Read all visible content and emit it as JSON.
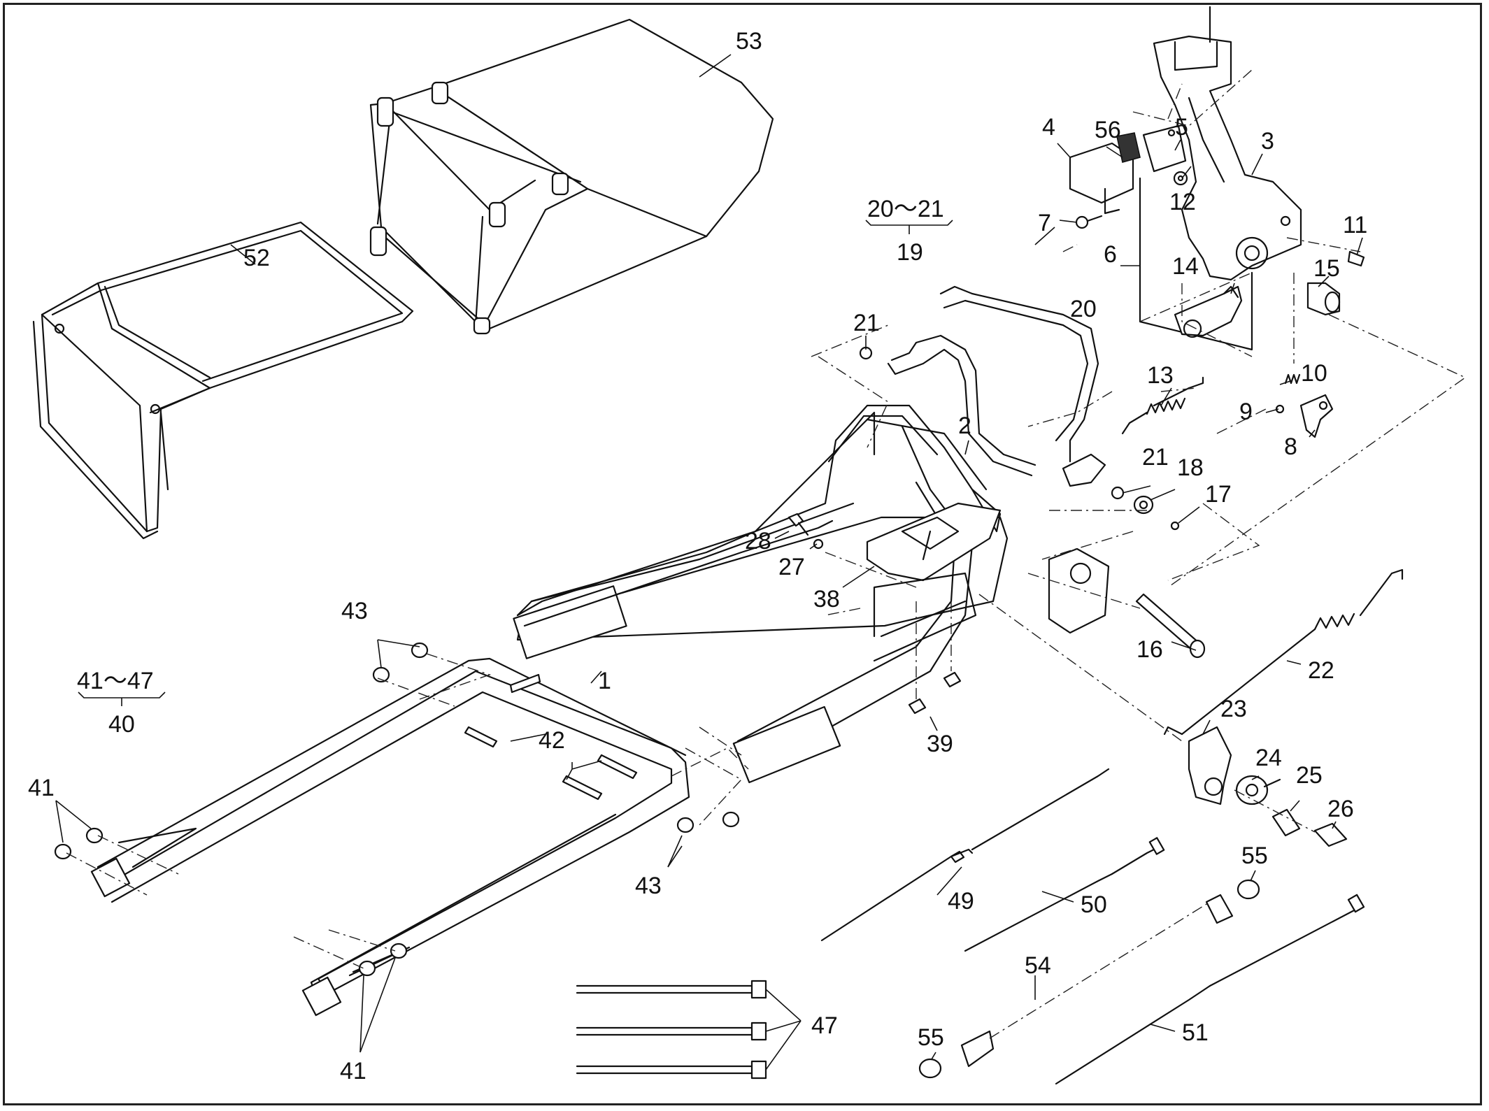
{
  "labels": {
    "p1": "1",
    "p2": "2",
    "p3": "3",
    "p4": "4",
    "p5": "5",
    "p6": "6",
    "p7": "7",
    "p8": "8",
    "p9": "9",
    "p10": "10",
    "p11": "11",
    "p12": "12",
    "p13": "13",
    "p14": "14",
    "p15": "15",
    "p16": "16",
    "p17": "17",
    "p18": "18",
    "p20": "20",
    "p21a": "21",
    "p21b": "21",
    "p22": "22",
    "p23": "23",
    "p24": "24",
    "p25": "25",
    "p26": "26",
    "p27": "27",
    "p28": "28",
    "p38": "38",
    "p39": "39",
    "p41a": "41",
    "p41b": "41",
    "p42": "42",
    "p43a": "43",
    "p43b": "43",
    "p47": "47",
    "p49": "49",
    "p50": "50",
    "p51": "51",
    "p52": "52",
    "p53": "53",
    "p54": "54",
    "p55a": "55",
    "p55b": "55",
    "p56": "56"
  },
  "groups": {
    "g19_range": "20～21",
    "g19_parent": "19",
    "g40_range": "41～47",
    "g40_parent": "40"
  }
}
